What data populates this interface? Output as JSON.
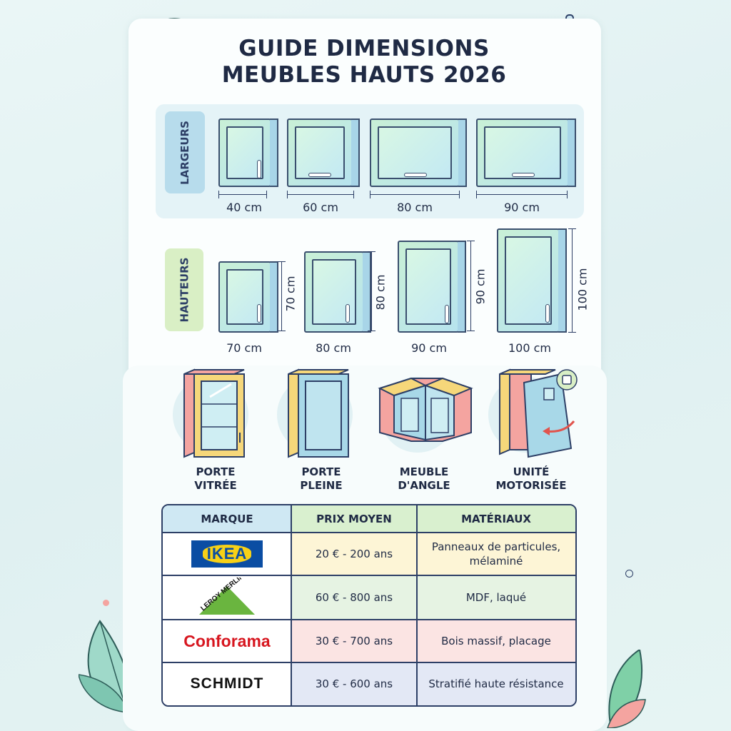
{
  "title_line1": "GUIDE DIMENSIONS",
  "title_line2": "MEUBLES HAUTS 2026",
  "widths": {
    "label": "LARGEURS",
    "items": [
      "40 cm",
      "60 cm",
      "80 cm",
      "90 cm"
    ]
  },
  "heights": {
    "label": "HAUTEURS",
    "items": [
      "70 cm",
      "80 cm",
      "90 cm",
      "100 cm"
    ],
    "side_labels": [
      "70 cm",
      "80 cm",
      "90 cm",
      "100 cm"
    ]
  },
  "types": [
    {
      "line1": "PORTE",
      "line2": "VITRÉE"
    },
    {
      "line1": "PORTE",
      "line2": "PLEINE"
    },
    {
      "line1": "MEUBLE",
      "line2": "D'ANGLE"
    },
    {
      "line1": "UNITÉ",
      "line2": "MOTORISÉE"
    }
  ],
  "table": {
    "headers": [
      "MARQUE",
      "PRIX MOYEN",
      "MATÉRIAUX"
    ],
    "header_colors": [
      "#cfe8f3",
      "#d9f0cf",
      "#d9f0cf"
    ],
    "rows": [
      {
        "brand": "IKEA",
        "price": "20 € - 200 ans",
        "materials_line1": "Panneaux de particules,",
        "materials_line2": "mélaminé",
        "color": "#fdf5d6"
      },
      {
        "brand": "LEROY MERLIN",
        "price": "60 € - 800 ans",
        "materials_line1": "MDF, laqué",
        "materials_line2": "",
        "color": "#e6f3e3"
      },
      {
        "brand": "Conforama",
        "price": "30 € - 700 ans",
        "materials_line1": "Bois massif, placage",
        "materials_line2": "",
        "color": "#fbe4e3"
      },
      {
        "brand": "SCHMIDT",
        "price": "30 € - 600 ans",
        "materials_line1": "Stratifié haute résistance",
        "materials_line2": "",
        "color": "#e3e8f5"
      }
    ]
  },
  "icons": [
    "leaf-icon",
    "sparkle-icon",
    "ikea-logo",
    "leroy-merlin-logo",
    "conforama-logo",
    "schmidt-logo",
    "rotate-arrow-icon",
    "motor-icon"
  ]
}
